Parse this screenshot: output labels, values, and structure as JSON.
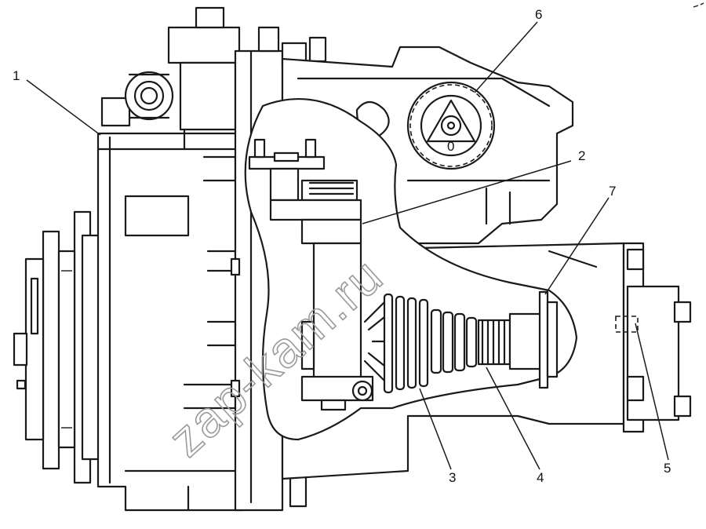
{
  "callouts": [
    {
      "id": "1",
      "label": "1"
    },
    {
      "id": "2",
      "label": "2"
    },
    {
      "id": "3",
      "label": "3"
    },
    {
      "id": "4",
      "label": "4"
    },
    {
      "id": "5",
      "label": "5"
    },
    {
      "id": "6",
      "label": "6"
    },
    {
      "id": "7",
      "label": "7"
    }
  ],
  "watermark": "zap-kam.ru"
}
